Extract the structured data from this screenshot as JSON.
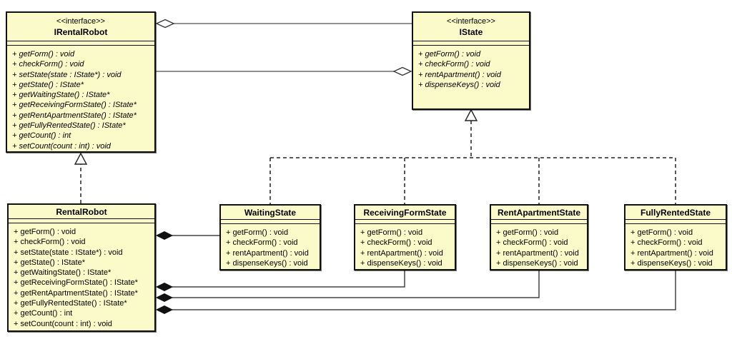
{
  "diagram": {
    "kind": "uml-class-diagram",
    "colors": {
      "box_fill": "#fbfbc9",
      "box_border": "#111111",
      "solid_line": "#555555",
      "dashed_line": "#222222",
      "background": "#ffffff"
    },
    "classes": {
      "irentalrobot": {
        "stereotype": "<<interface>>",
        "name": "IRentalRobot",
        "methods": [
          "+ getForm() : void",
          "+ checkForm() : void",
          "+ setState(state : IState*) : void",
          "+ getState() : IState*",
          "+ getWaitingState() : IState*",
          "+ getReceivingFormState() : IState*",
          "+ getRentApartmentState() : IState*",
          "+ getFullyRentedState() : IState*",
          "+ getCount() : int",
          "+ setCount(count : int) : void"
        ]
      },
      "istate": {
        "stereotype": "<<interface>>",
        "name": "IState",
        "methods": [
          "+ getForm() : void",
          "+ checkForm() : void",
          "+ rentApartment() : void",
          "+ dispenseKeys() : void"
        ]
      },
      "rentalrobot": {
        "name": "RentalRobot",
        "methods": [
          "+ getForm() : void",
          "+ checkForm() : void",
          "+ setState(state : IState*) : void",
          "+ getState() : IState*",
          "+ getWaitingState() : IState*",
          "+ getReceivingFormState() : IState*",
          "+ getRentApartmentState() : IState*",
          "+ getFullyRentedState() : IState*",
          "+ getCount() : int",
          "+ setCount(count : int) : void"
        ]
      },
      "waitingstate": {
        "name": "WaitingState",
        "methods": [
          "+ getForm() : void",
          "+ checkForm() : void",
          "+ rentApartment() : void",
          "+ dispenseKeys() : void"
        ]
      },
      "receivingformstate": {
        "name": "ReceivingFormState",
        "methods": [
          "+ getForm() : void",
          "+ checkForm() : void",
          "+ rentApartment() : void",
          "+ dispenseKeys() : void"
        ]
      },
      "rentapartmentstate": {
        "name": "RentApartmentState",
        "methods": [
          "+ getForm() : void",
          "+ checkForm() : void",
          "+ rentApartment() : void",
          "+ dispenseKeys() : void"
        ]
      },
      "fullyrentedstate": {
        "name": "FullyRentedState",
        "methods": [
          "+ getForm() : void",
          "+ checkForm() : void",
          "+ rentApartment() : void",
          "+ dispenseKeys() : void"
        ]
      }
    },
    "relationships": [
      {
        "type": "aggregation",
        "whole": "IRentalRobot",
        "part": "IState"
      },
      {
        "type": "aggregation",
        "whole": "IState",
        "part": "IRentalRobot"
      },
      {
        "type": "realization",
        "from": "RentalRobot",
        "to": "IRentalRobot"
      },
      {
        "type": "realization",
        "from": "WaitingState",
        "to": "IState"
      },
      {
        "type": "realization",
        "from": "ReceivingFormState",
        "to": "IState"
      },
      {
        "type": "realization",
        "from": "RentApartmentState",
        "to": "IState"
      },
      {
        "type": "composition",
        "whole": "RentalRobot",
        "part": "WaitingState"
      },
      {
        "type": "composition",
        "whole": "RentalRobot",
        "part": "ReceivingFormState"
      },
      {
        "type": "composition",
        "whole": "RentalRobot",
        "part": "RentApartmentState"
      },
      {
        "type": "composition",
        "whole": "RentalRobot",
        "part": "FullyRentedState"
      },
      {
        "type": "realization",
        "from": "FullyRentedState",
        "to": "IState"
      }
    ]
  }
}
